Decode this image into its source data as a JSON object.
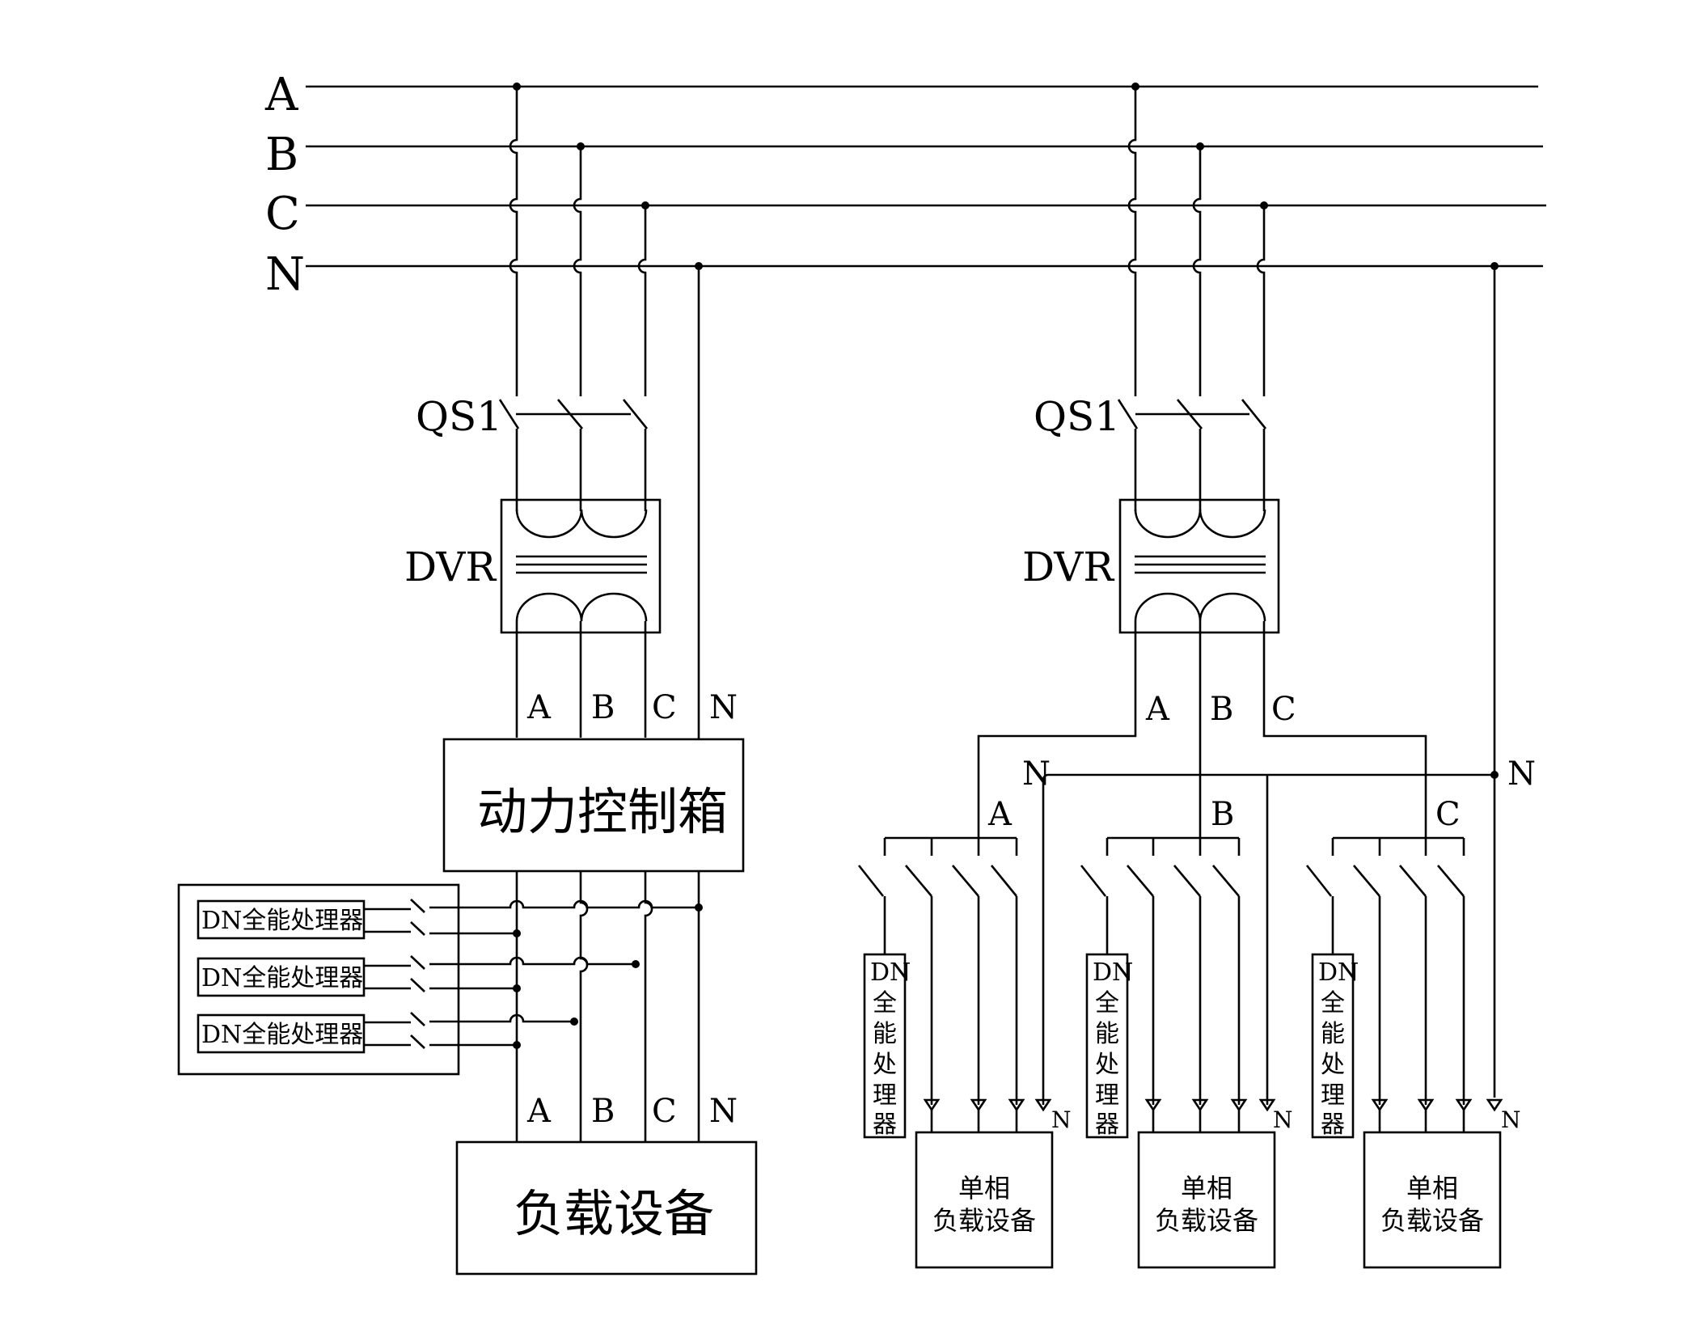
{
  "bus": {
    "labels": [
      "A",
      "B",
      "C",
      "N"
    ]
  },
  "left": {
    "switch_label": "QS1",
    "dvr_label": "DVR",
    "phase_labels_top": [
      "A",
      "B",
      "C",
      "N"
    ],
    "control_box_label": "动力控制箱",
    "processor_labels": [
      "DN全能处理器",
      "DN全能处理器",
      "DN全能处理器"
    ],
    "phase_labels_bottom": [
      "A",
      "B",
      "C",
      "N"
    ],
    "load_label": "负载设备"
  },
  "right": {
    "switch_label": "QS1",
    "dvr_label": "DVR",
    "phase_labels_top": [
      "A",
      "B",
      "C"
    ],
    "neutral_label_left": "N",
    "neutral_label_right": "N",
    "group_phase_labels": [
      "A",
      "B",
      "C"
    ],
    "processor_label_vertical": [
      "DN",
      "全",
      "能",
      "处",
      "理",
      "器"
    ],
    "neutral_small_label": "N",
    "single_load_line1": "单相",
    "single_load_line2": "负载设备"
  }
}
